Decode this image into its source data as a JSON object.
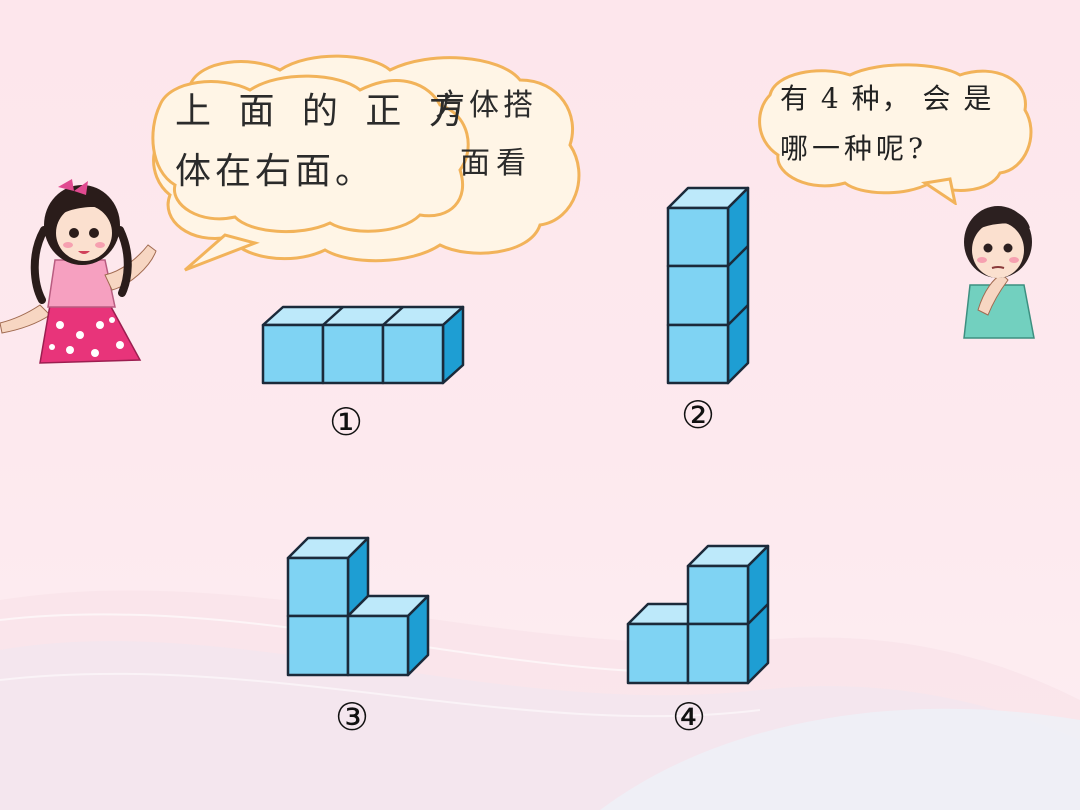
{
  "girl_speech": {
    "back_line1_fragment": "方体搭",
    "back_line2_fragment": "面看",
    "front_line1": "上 面 的 正 方",
    "front_line2": "体在右面。"
  },
  "boy_speech": {
    "line1": "有 4 种， 会 是",
    "line2": "哪一种呢?"
  },
  "options": [
    {
      "label": "①",
      "shape": "three cubes in a horizontal row"
    },
    {
      "label": "②",
      "shape": "three cubes in a vertical column"
    },
    {
      "label": "③",
      "shape": "two cubes on bottom, one on top at left"
    },
    {
      "label": "④",
      "shape": "two cubes on bottom, one on top at right"
    }
  ],
  "colors": {
    "cube_front": "#7fd3f3",
    "cube_top": "#bde9fa",
    "cube_side": "#1e9ed3",
    "bubble_fill": "#fff5e6",
    "bubble_stroke": "#f2b35a",
    "background": "#fde6ec"
  }
}
